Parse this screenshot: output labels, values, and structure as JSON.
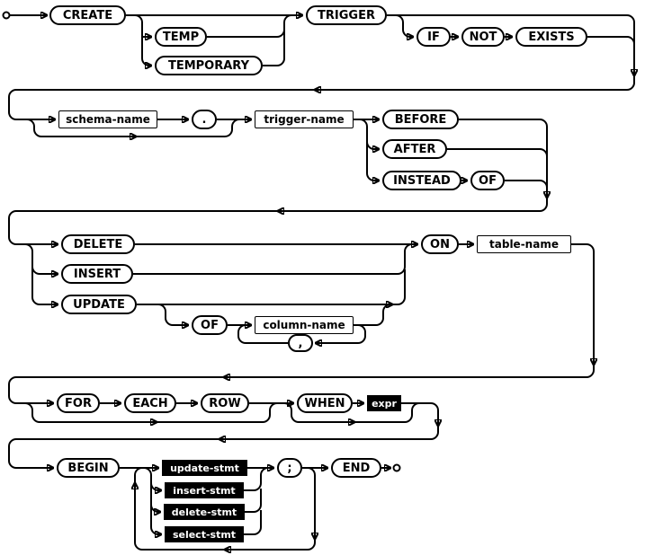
{
  "nodes": {
    "create": "CREATE",
    "temp": "TEMP",
    "temporary": "TEMPORARY",
    "trigger": "TRIGGER",
    "if": "IF",
    "not": "NOT",
    "exists": "EXISTS",
    "schema_name": "schema-name",
    "dot": ".",
    "trigger_name": "trigger-name",
    "before": "BEFORE",
    "after": "AFTER",
    "instead": "INSTEAD",
    "of_instead": "OF",
    "delete": "DELETE",
    "insert": "INSERT",
    "update": "UPDATE",
    "of_update": "OF",
    "column_name": "column-name",
    "comma": ",",
    "on": "ON",
    "table_name": "table-name",
    "for": "FOR",
    "each": "EACH",
    "row": "ROW",
    "when": "WHEN",
    "expr": "expr",
    "begin": "BEGIN",
    "update_stmt": "update-stmt",
    "insert_stmt": "insert-stmt",
    "delete_stmt": "delete-stmt",
    "select_stmt": "select-stmt",
    "semicolon": ";",
    "end": "END"
  },
  "colors": {
    "line": "#000000",
    "terminal_bg": "#ffffff",
    "terminal_fg": "#000000",
    "link_bg": "#000000",
    "link_fg": "#ffffff"
  }
}
